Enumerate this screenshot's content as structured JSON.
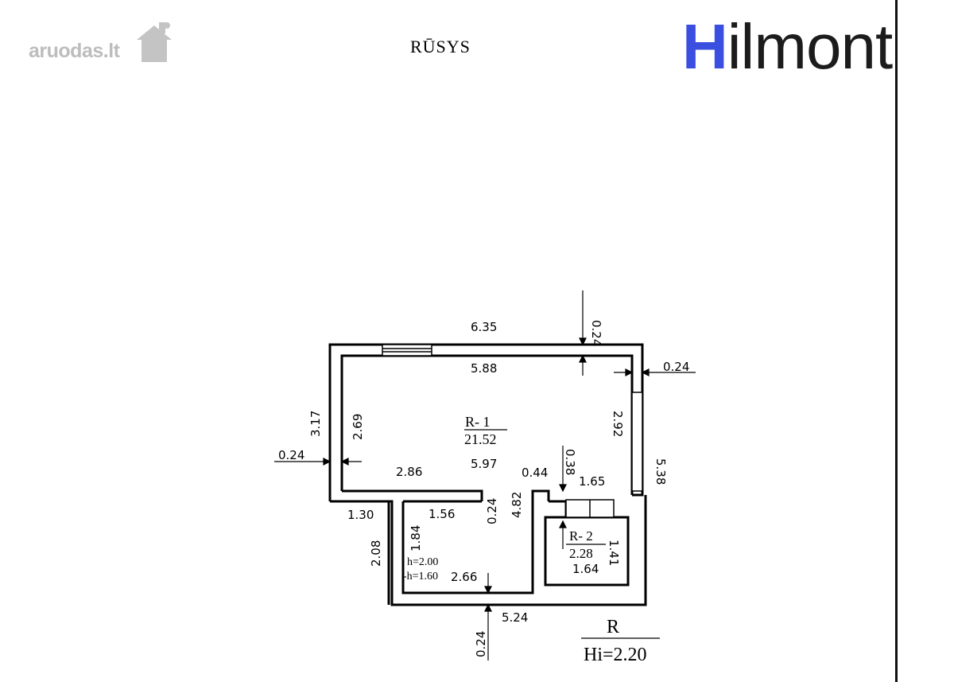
{
  "watermark": {
    "text": "aruodas",
    "suffix": ".lt"
  },
  "title": "RŪSYS",
  "logo": {
    "first": "H",
    "rest": "ilmont"
  },
  "colors": {
    "logo_h": "#3a4ee0",
    "logo_text": "#1c1c1c",
    "watermark": "#bdbdbd"
  },
  "plan": {
    "rooms": [
      {
        "label": "R- 1",
        "area": "21.52"
      },
      {
        "label": "R- 2",
        "area": "2.28"
      }
    ],
    "heights": {
      "h": "h=2.00",
      "h2": "-h=1.60"
    },
    "legend": {
      "top": "R",
      "bottom": "Hi=2.20"
    },
    "dimensions": {
      "d635": "6.35",
      "d024_top": "0.24",
      "d588": "5.88",
      "d024_right": "0.24",
      "d317": "3.17",
      "d269": "2.69",
      "d292": "2.92",
      "d538": "5.38",
      "d024_left": "0.24",
      "d597": "5.97",
      "d286": "2.86",
      "d044": "0.44",
      "d038": "0.38",
      "d165": "1.65",
      "d130": "1.30",
      "d156": "1.56",
      "d024_mid": "0.24",
      "d482": "4.82",
      "d184": "1.84",
      "d141": "1.41",
      "d208": "2.08",
      "d266": "2.66",
      "d164": "1.64",
      "d524": "5.24",
      "d024_bottom": "0.24"
    }
  }
}
